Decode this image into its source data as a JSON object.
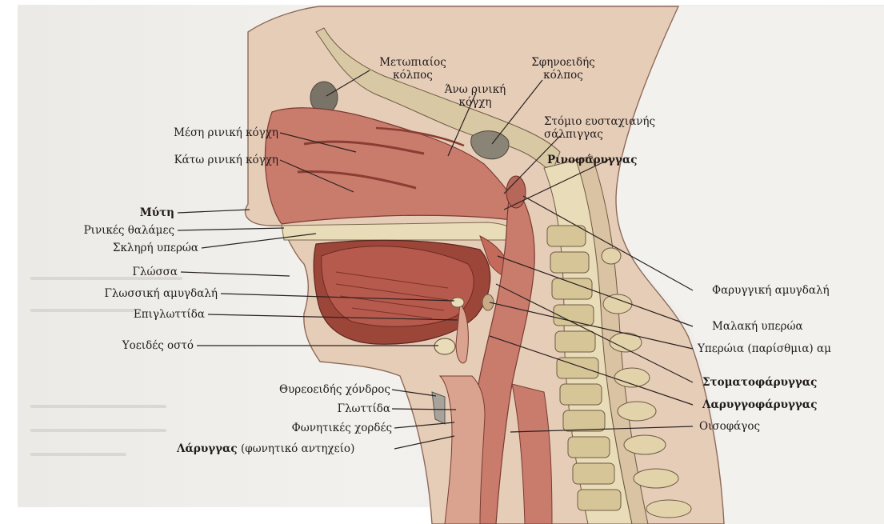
{
  "labels": {
    "frontal_sinus": "Μετωπιαίος\nκόλπος",
    "sphenoid_sinus": "Σφηνοειδής\nκόλπος",
    "superior_concha": "Άνω ρινική\nκόγχη",
    "eustachian_opening": "Στόμιο ευσταχιανής\nσάλπιγγας",
    "middle_concha": "Μέση ρινική κόγχη",
    "inferior_concha": "Κάτω ρινική κόγχη",
    "nasopharynx": "Ρινοφάρυγγας",
    "nose": "Μύτη",
    "nasal_cavities": "Ρινικές θαλάμες",
    "hard_palate": "Σκληρή υπερώα",
    "tongue": "Γλώσσα",
    "lingual_tonsil": "Γλωσσική αμυγδαλή",
    "epiglottis": "Επιγλωττίδα",
    "hyoid_bone": "Υοειδές οστό",
    "pharyngeal_tonsil": "Φαρυγγική αμυγδαλή",
    "soft_palate": "Μαλακή υπερώα",
    "palatine_tonsil": "Υπερώια (παρίσθμια) αμ",
    "oropharynx": "Στοματοφάρυγγας",
    "laryngopharynx": "Λαρυγγοφάρυγγας",
    "thyroid_cartilage": "Θυρεοειδής χόνδρος",
    "glottis": "Γλωττίδα",
    "vocal_cords": "Φωνητικές χορδές",
    "larynx_bold": "Λάρυγγας",
    "larynx_rest": " (φωνητικό αντηχείο)",
    "esophagus": "Οισοφάγος"
  },
  "colors": {
    "tissue": "#c97b6c",
    "mucosa": "#a8493f",
    "bone": "#e9dcb8",
    "skin": "#e6cdb8",
    "leader": "#2a2220"
  }
}
